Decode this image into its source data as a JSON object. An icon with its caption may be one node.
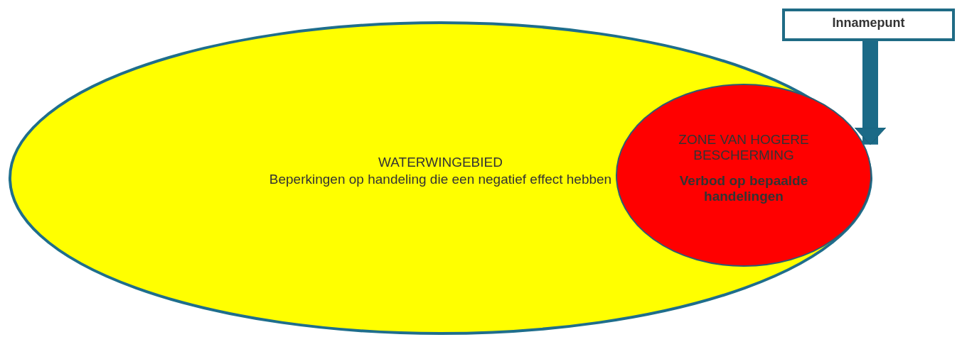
{
  "diagram": {
    "nodes": [
      {
        "text": [
          "WATERWINGEBIED",
          "Beperkingen op handeling die een negatief effect hebben"
        ]
      },
      {
        "text": [
          "ZONE VAN HOGERE BESCHERMING",
          "Verbod op bepaalde handelingen"
        ],
        "in": 0
      },
      {
        "text": [
          "Innamepunt"
        ]
      }
    ],
    "edges": [
      {
        "from": 2,
        "to": 1,
        "arrow": "to"
      }
    ]
  }
}
